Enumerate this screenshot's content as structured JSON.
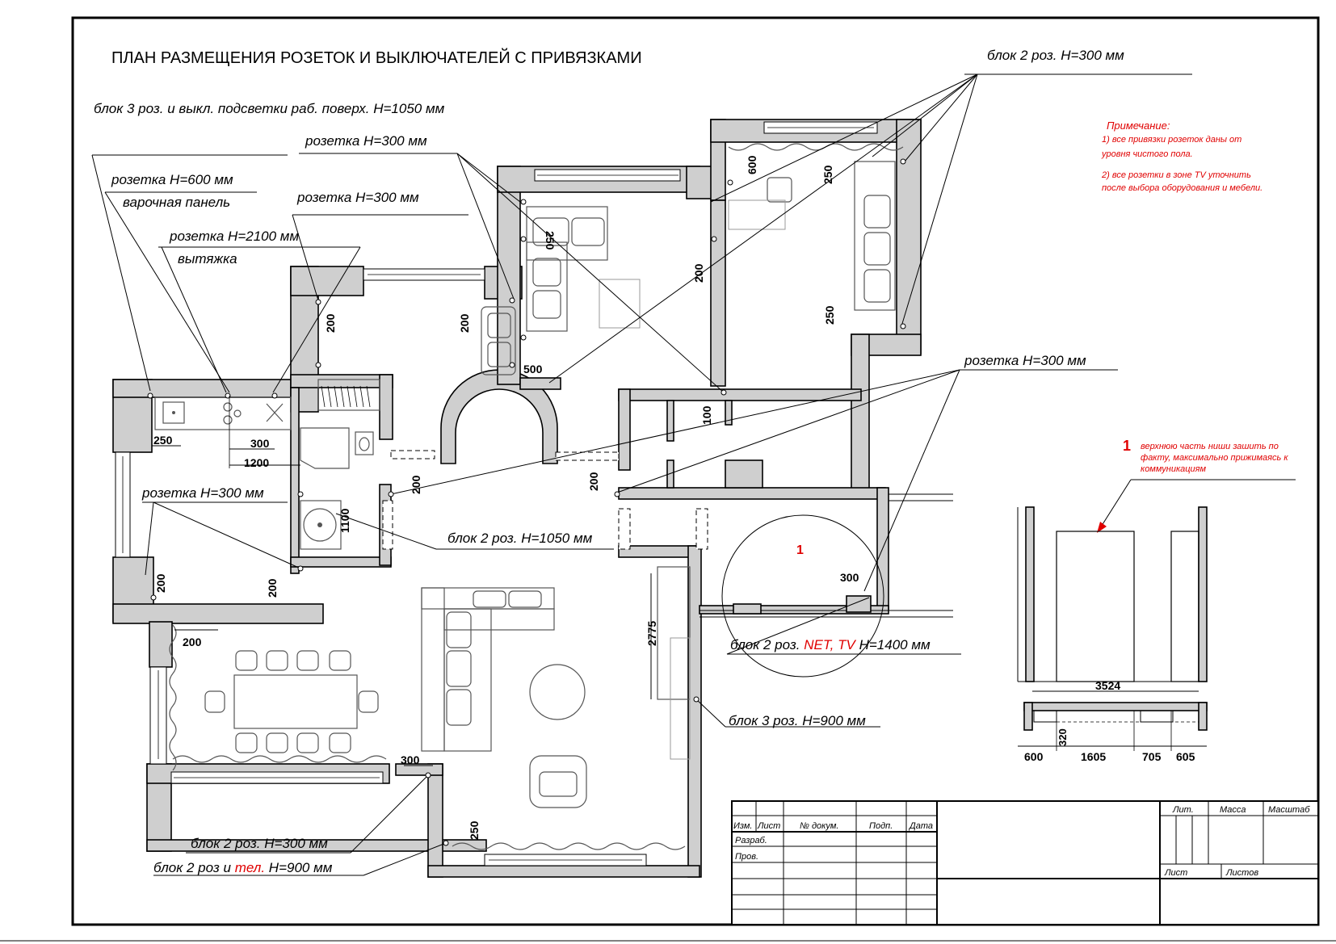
{
  "title": "ПЛАН РАЗМЕЩЕНИЯ РОЗЕТОК И ВЫКЛЮЧАТЕЛЕЙ С ПРИВЯЗКАМИ",
  "leaders": {
    "block3_work": "блок 3 роз. и выкл. подсветки раб. поверх. Н=1050 мм",
    "sock300_top1": "розетка Н=300 мм",
    "sock300_top2": "розетка Н=300 мм",
    "sock600": "розетка Н=600 мм",
    "hob": "варочная панель",
    "sock2100": "розетка Н=2100 мм",
    "hood": "вытяжка",
    "block2_300_top": "блок 2 роз. Н=300 мм",
    "sock300_right": "розетка Н=300 мм",
    "sock300_left": "розетка Н=300 мм",
    "block2_1050": "блок 2 роз. Н=1050 мм",
    "block2_net_a": "блок 2 роз. ",
    "block2_net_b": "NET, TV ",
    "block2_net_c": "Н=1400 мм",
    "block3_900": "блок 3 роз. Н=900 мм",
    "block2_300_bottom": "блок 2 роз. Н=300 мм",
    "block2_tel_a": "блок 2 роз и ",
    "block2_tel_b": "тел.",
    "block2_tel_c": " Н=900 мм"
  },
  "note": {
    "heading": "Примечание:",
    "line1": "1) все  привязки розеток даны от",
    "line2": "уровня чистого пола.",
    "line3": "2) все розетки в зоне TV  уточнить",
    "line4": "после выбора оборудования и мебели."
  },
  "niche": {
    "marker": "1",
    "text1": "верхнюю часть ниши зашить по",
    "text2": "факту, максимально прижимаясь к",
    "text3": "коммуникациям",
    "width": "3524",
    "d1": "600",
    "d2": "1605",
    "d3": "705",
    "d4": "605",
    "depth": "320"
  },
  "dims": {
    "d250_a": "250",
    "d300_a": "300",
    "d1200": "1200",
    "d200_a": "200",
    "d200_b": "200",
    "d250_b": "250",
    "d500": "500",
    "d200_c": "200",
    "d600": "600",
    "d250_c": "250",
    "d250_d": "250",
    "d100": "100",
    "d200_d": "200",
    "d200_e": "200",
    "d1100": "1100",
    "d200_f": "200",
    "d200_g": "200",
    "d200_h": "200",
    "d300_b": "300",
    "d2775": "2775",
    "d300_c": "300",
    "d250_e": "250"
  },
  "circle_marker": "1",
  "stamp": {
    "izm": "Изм.",
    "list": "Лист",
    "doc": "№ докум.",
    "podp": "Подп.",
    "date": "Дата",
    "razrab": "Разраб.",
    "prov": "Пров.",
    "lit": "Лит.",
    "massa": "Масса",
    "masshtab": "Масштаб",
    "list2": "Лист",
    "listov": "Листов"
  },
  "colors": {
    "wall": "#cfcfcf",
    "note_red": "#e00000"
  }
}
